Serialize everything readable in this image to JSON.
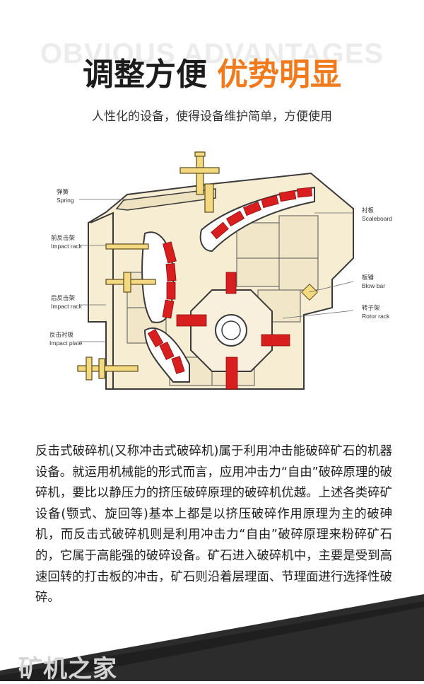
{
  "background_word": "OBVIOUS ADVANTAGES",
  "headline": {
    "dark": "调整方便",
    "accent": "优势明显"
  },
  "subtitle": "人性化的设备，使得设备维护简单，方便使用",
  "diagram_labels": {
    "spring": {
      "cn": "弹簧",
      "en": "Spring"
    },
    "front_impact_rack": {
      "cn": "前反击架",
      "en": "Impact rack"
    },
    "rear_impact_rack": {
      "cn": "后反击架",
      "en": "Impact rack"
    },
    "impact_plate": {
      "cn": "反击衬板",
      "en": "Impact plate"
    },
    "scaleboard": {
      "cn": "衬板",
      "en": "Scaleboard"
    },
    "blow_bar": {
      "cn": "板锤",
      "en": "Blow bar"
    },
    "rotor_rack": {
      "cn": "转子架",
      "en": "Rotor rack"
    }
  },
  "body": "反击式破碎机(又称冲击式破碎机)属于利用冲击能破碎矿石的机器设备。就运用机械能的形式而言，应用冲击力“自由”破碎原理的破碎机，要比以静压力的挤压破碎原理的破碎机优越。上述各类碎矿设备(颚式、旋回等)基本上都是以挤压破碎作用原理为主的破砷机，而反击式破碎机则是利用冲击力“自由”破碎原理来粉碎矿石的，它属于高能强的破碎设备。矿石进入破碎机中，主要是受到高速回转的打击板的冲击，矿石则沿着层理面、节理面进行选择性破碎。",
  "watermark": "矿机之家",
  "colors": {
    "accent": "#f07a1c",
    "liner_red": "#d81e1e",
    "frame_yellow": "#f6ecd0",
    "outline": "#3a3a3a"
  }
}
